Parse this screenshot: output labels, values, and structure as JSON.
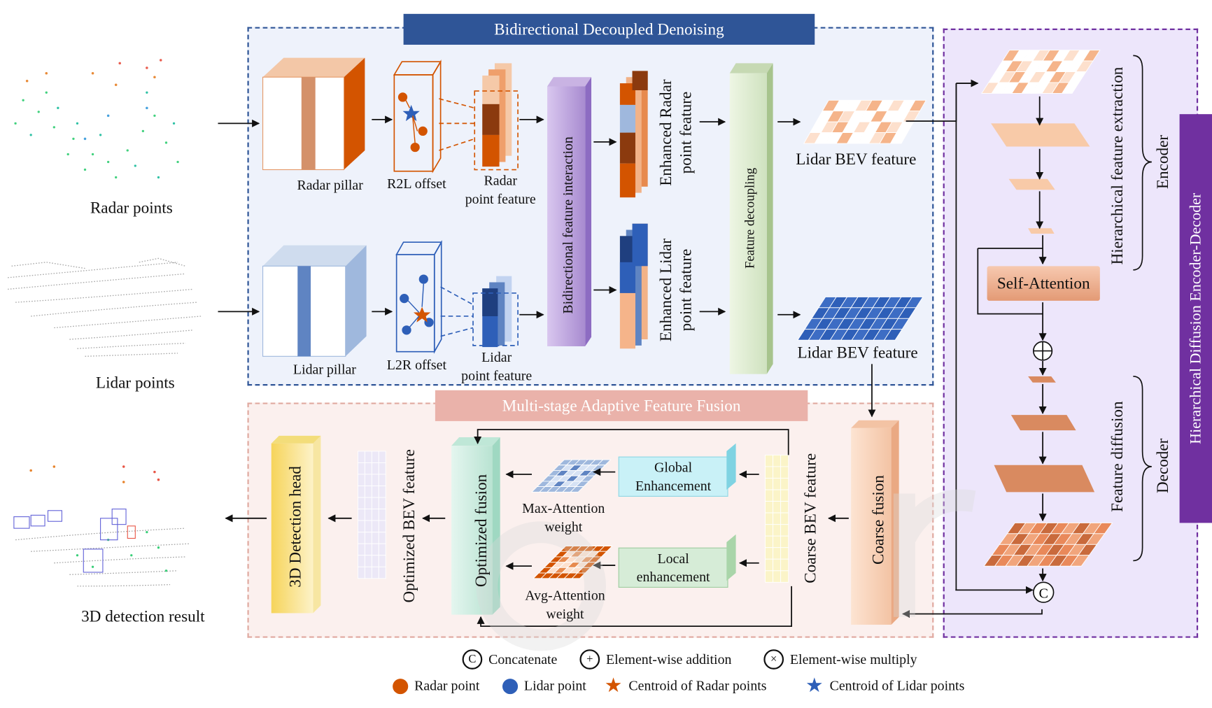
{
  "sections": {
    "denoise_title": "Bidirectional Decoupled Denoising",
    "fusion_title": "Multi-stage Adaptive Feature Fusion",
    "encdec_title": "Hierarchical Diffusion Encoder-Decoder"
  },
  "inputs": {
    "radar_points": "Radar points",
    "lidar_points": "Lidar points",
    "result": "3D detection result"
  },
  "denoise": {
    "radar_pillar": "Radar pillar",
    "r2l_offset": "R2L offset",
    "radar_point_feature": [
      "Radar",
      "point feature"
    ],
    "lidar_pillar": "Lidar pillar",
    "l2r_offset": "L2R offset",
    "lidar_point_feature": [
      "Lidar",
      "point feature"
    ],
    "interaction": "Bidirectional feature interaction",
    "enhanced_radar": [
      "Enhanced Radar",
      "point feature"
    ],
    "enhanced_lidar": [
      "Enhanced Lidar",
      "point feature"
    ],
    "decoupling": "Feature decoupling",
    "lidar_bev_top": "Lidar BEV feature",
    "lidar_bev_bottom": "Lidar BEV feature"
  },
  "encdec": {
    "hier_extract": "Hierarchical feature extraction",
    "encoder": "Encoder",
    "self_attention": "Self-Attention",
    "feature_diffusion": "Feature diffusion",
    "decoder": "Decoder"
  },
  "fusion": {
    "detection_head": "3D Detection head",
    "optimized_bev": "Optimized BEV feature",
    "optimized_fusion": "Optimized fusion",
    "max_attention": [
      "Max-Attention",
      "weight"
    ],
    "avg_attention": [
      "Avg-Attention",
      "weight"
    ],
    "global_enh": [
      "Global",
      "Enhancement"
    ],
    "local_enh": [
      "Local",
      "enhancement"
    ],
    "coarse_bev": "Coarse BEV feature",
    "coarse_fusion": "Coarse fusion"
  },
  "legend": {
    "concatenate": "Concatenate",
    "addition": "Element-wise addition",
    "multiply": "Element-wise multiply",
    "radar_point": "Radar point",
    "lidar_point": "Lidar point",
    "radar_centroid": "Centroid of Radar points",
    "lidar_centroid": "Centroid of Lidar points"
  },
  "colors": {
    "denoise_bg": "#eef2fb",
    "denoise_border": "#2f5597",
    "fusion_bg": "#fbf0ee",
    "fusion_border": "#e0a9a0",
    "encdec_bg": "#ede6fb",
    "encdec_border": "#7030a0",
    "radar_orange": "#d35400",
    "lidar_blue": "#2e5fb8"
  }
}
